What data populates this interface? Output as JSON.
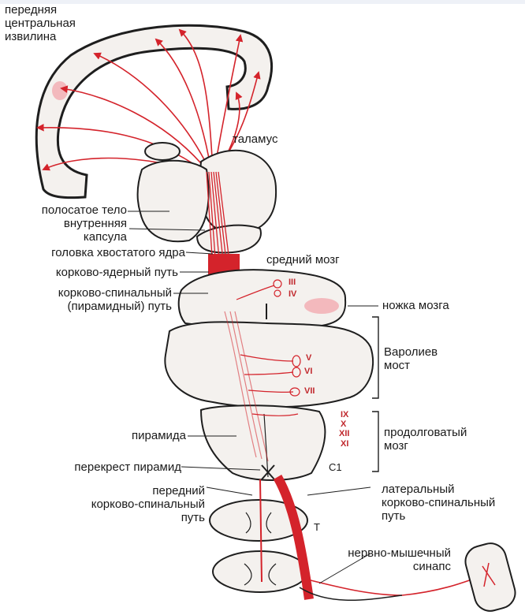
{
  "labels": {
    "precentral_gyrus": [
      "передняя",
      "центральная",
      "извилина"
    ],
    "thalamus": "таламус",
    "striatum": "полосатое тело",
    "internal_capsule": [
      "внутренняя",
      "капсула"
    ],
    "caudate_head": "головка хвостатого ядра",
    "corticonuclear": "корково-ядерный путь",
    "corticospinal": [
      "корково-спинальный",
      "(пирамидный) путь"
    ],
    "midbrain": "средний мозг",
    "cerebral_peduncle": "ножка мозга",
    "pons": [
      "Варолиев",
      "мост"
    ],
    "medulla": [
      "продолговатый",
      "мозг"
    ],
    "pyramid": "пирамида",
    "pyramidal_decussation": "перекрест пирамид",
    "anterior_cst": [
      "передний",
      "корково-спинальный",
      "путь"
    ],
    "lateral_cst": [
      "латеральный",
      "корково-спинальный",
      "путь"
    ],
    "nmj": [
      "нервно-мышечный",
      "синапс"
    ],
    "segment_c1": "C1",
    "segment_t": "T"
  },
  "nerves": {
    "III": "III",
    "IV": "IV",
    "V": "V",
    "VI": "VI",
    "VII": "VII",
    "IX": "IX",
    "X": "X",
    "XII": "XII",
    "XI": "XI"
  },
  "colors": {
    "tract": "#d4232b",
    "tract_light": "#f3b9bd",
    "outline": "#1e1e1e",
    "tissue": "#f4f1ee"
  }
}
